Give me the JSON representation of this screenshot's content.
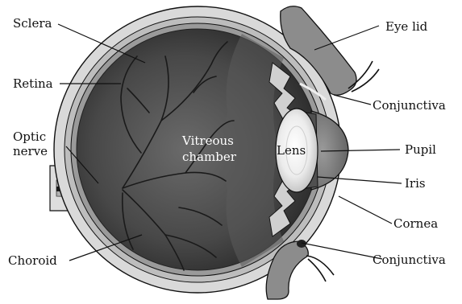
{
  "diagram": {
    "labels": {
      "sclera": "Sclera",
      "retina": "Retina",
      "optic_nerve_line1": "Optic",
      "optic_nerve_line2": "nerve",
      "choroid": "Choroid",
      "vitreous_line1": "Vitreous",
      "vitreous_line2": "chamber",
      "lens": "Lens",
      "eye_lid": "Eye lid",
      "conjunctiva_upper": "Conjunctiva",
      "pupil": "Pupil",
      "iris": "Iris",
      "cornea": "Cornea",
      "conjunctiva_lower": "Conjunctiva"
    },
    "colors": {
      "sclera": "#d9d9d9",
      "chamber": "#3a3a3a",
      "eyelid": "#8c8c8c",
      "lens": "#f4f4f4",
      "iris": "#555555",
      "vessels": "#1a1a1a"
    }
  }
}
